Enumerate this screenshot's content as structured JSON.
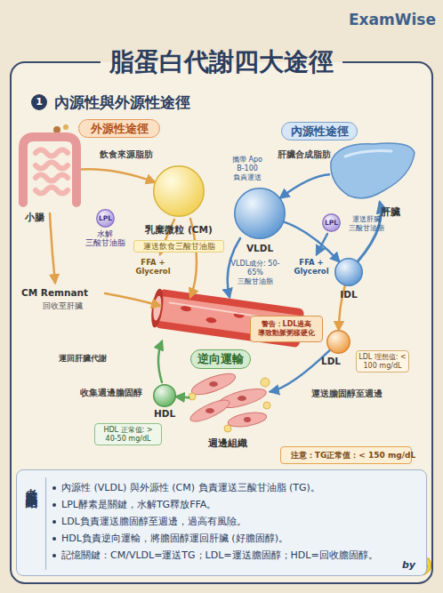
{
  "diagram": {
    "title": "脂蛋白代謝四大途徑",
    "nodes": [
      {
        "text": [
          "1",
          "內源性與外源性途徑"
        ]
      },
      {
        "text": [
          "外源性途徑"
        ]
      },
      {
        "text": [
          "內源性途徑"
        ]
      },
      {
        "text": [
          "小腸"
        ]
      },
      {
        "text": [
          "乳糜微粒 (CM)",
          "運送飲食三酸甘油脂"
        ]
      },
      {
        "text": [
          "LPL"
        ]
      },
      {
        "text": [
          "肝臟"
        ]
      },
      {
        "text": [
          "VLDL"
        ]
      },
      {
        "text": [
          "LPL"
        ]
      },
      {
        "text": [
          "IDL"
        ]
      },
      {
        "text": [
          "LDL"
        ]
      },
      {
        "text": [
          "警告：LDL過高 導致動脈粥樣硬化"
        ]
      },
      {
        "text": [
          "LDL 理想值: < 100 mg/dL"
        ]
      },
      {
        "text": [
          "逆向運輸"
        ]
      },
      {
        "text": [
          "HDL"
        ]
      },
      {
        "text": [
          "HDL 正常值: > 40-50 mg/dL"
        ]
      },
      {
        "text": [
          "週邊組織"
        ]
      },
      {
        "text": [
          "注意：TG正常值：< 150 mg/dL"
        ]
      },
      {
        "text": [
          "考試重點總結",
          "內源性 (VLDL) 與外源性 (CM) 負責運送三酸甘油脂 (TG)。",
          "LPL酵素是關鍵，水解TG釋放FFA。",
          "LDL負責運送膽固醇至週邊，過高有風險。",
          "HDL負責逆向運輸，將膽固醇運回肝臟 (好膽固醇)。",
          "記憶關鍵：CM/VLDL=運送TG；LDL=運送膽固醇；HDL=回收膽固醇。"
        ]
      }
    ],
    "edges": [
      {
        "from": 3,
        "to": 4,
        "label": "飲食來源脂肪",
        "arrow": "to"
      },
      {
        "from": 6,
        "to": 7,
        "label": "肝臟合成脂肪",
        "arrow": "to"
      },
      {
        "from": 7,
        "to": 9,
        "arrow": "to"
      },
      {
        "from": 9,
        "to": 10,
        "arrow": "to"
      },
      {
        "from": 10,
        "to": 16,
        "label": "運送膽固醇至週邊",
        "arrow": "to"
      },
      {
        "from": 16,
        "to": 14,
        "label": "收集週邊膽固醇",
        "arrow": "to"
      },
      {
        "from": 9,
        "to": 6,
        "arrow": "to"
      }
    ],
    "labels": [
      "ExamWise",
      "水解 三酸甘油脂",
      "FFA + Glycerol",
      "CM Remnant",
      "回收至肝臟",
      "攜帶 Apo B-100 負責運送",
      "VLDL成分: 50-65% 三酸甘油脂",
      "運送肝臟 三酸甘油脂",
      "FFA + Glycerol",
      "運回肝臟代謝",
      "by"
    ]
  }
}
